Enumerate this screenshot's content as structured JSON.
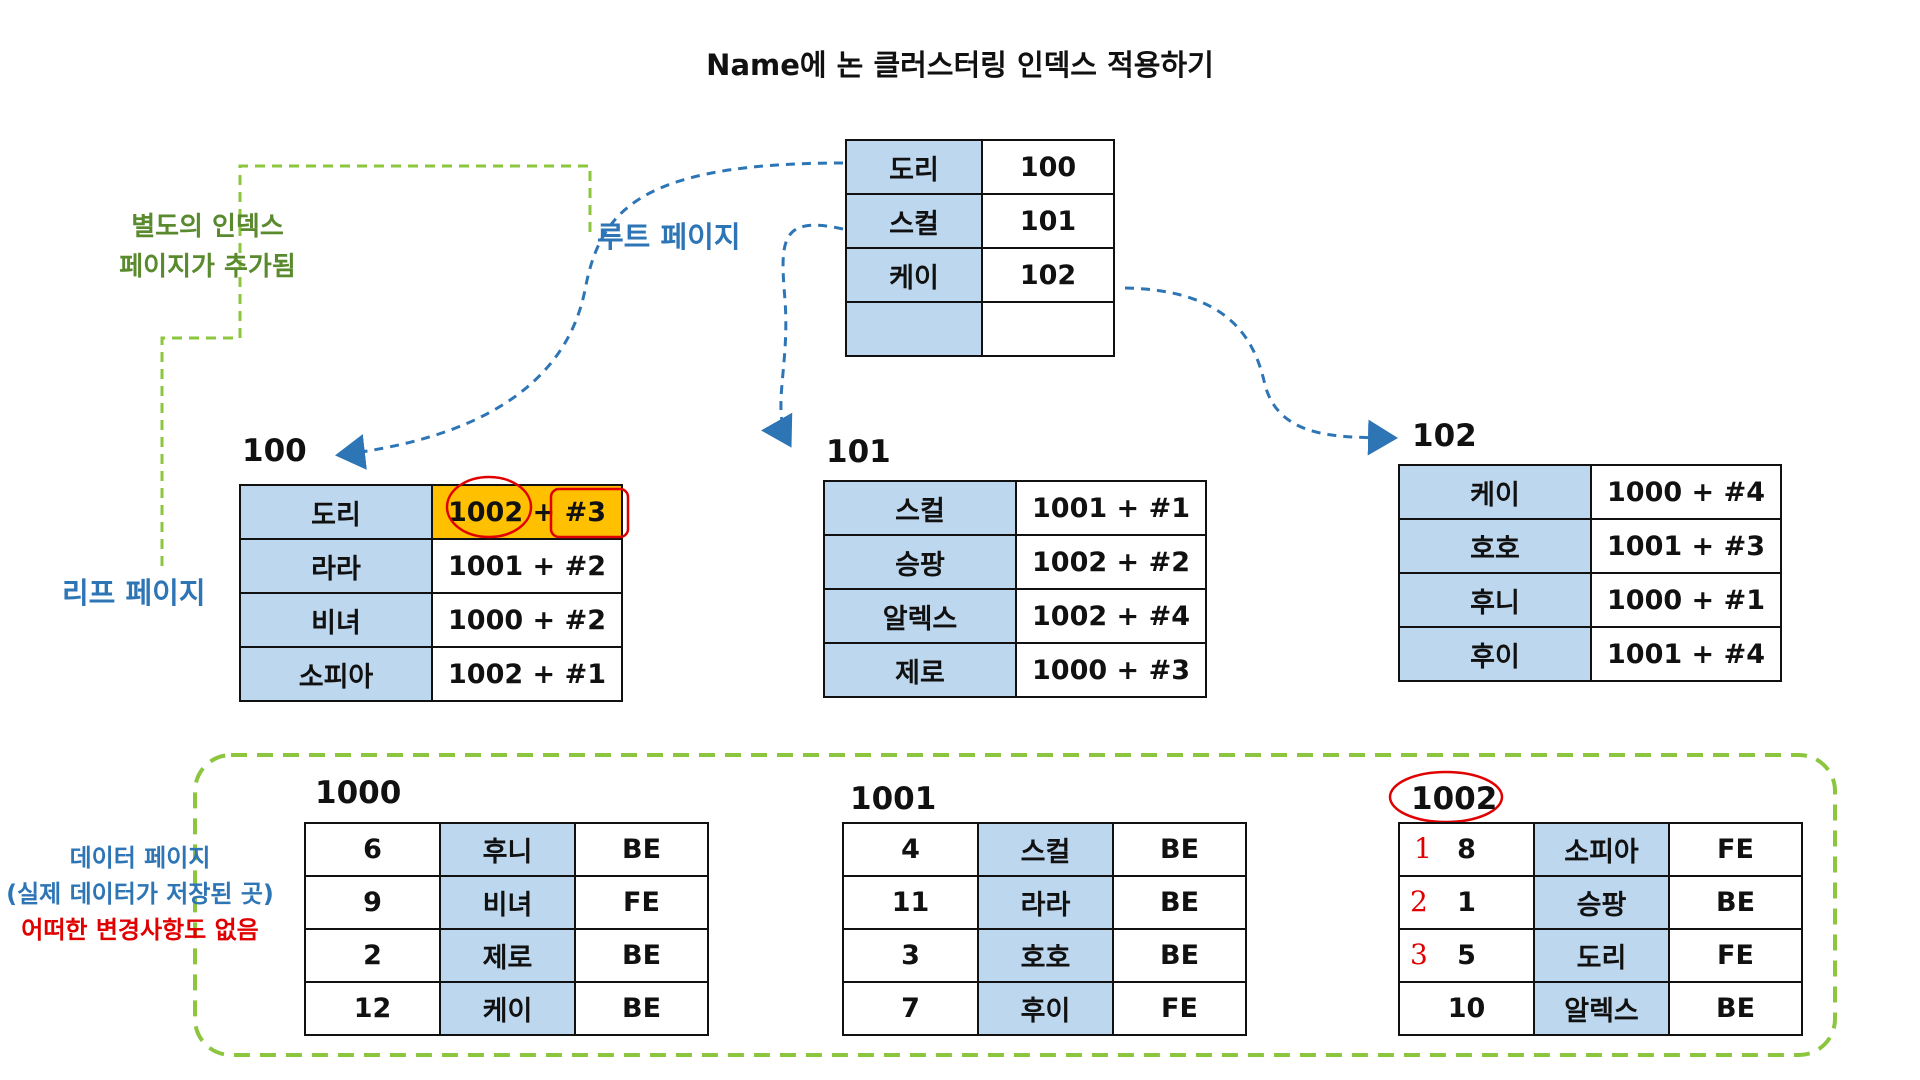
{
  "title": "Name에 논 클러스터링 인덱스 적용하기",
  "labels": {
    "separate_index": [
      "별도의 인덱스",
      "페이지가 추가됨"
    ],
    "root_page": "루트 페이지",
    "leaf_page": "리프 페이지",
    "data_page_note": [
      "데이터 페이지",
      "(실제 데이터가 저장된 곳)",
      "어떠한 변경사항도 없음"
    ]
  },
  "root": {
    "rows": [
      [
        "도리",
        "100"
      ],
      [
        "스컬",
        "101"
      ],
      [
        "케이",
        "102"
      ],
      [
        "",
        ""
      ]
    ]
  },
  "leaf_pages": [
    {
      "id": "100",
      "rows": [
        [
          "도리",
          "1002 + #3"
        ],
        [
          "라라",
          "1001 + #2"
        ],
        [
          "비녀",
          "1000 + #2"
        ],
        [
          "소피아",
          "1002 + #1"
        ]
      ]
    },
    {
      "id": "101",
      "rows": [
        [
          "스컬",
          "1001 + #1"
        ],
        [
          "승팡",
          "1002 + #2"
        ],
        [
          "알렉스",
          "1002 + #4"
        ],
        [
          "제로",
          "1000 + #3"
        ]
      ]
    },
    {
      "id": "102",
      "rows": [
        [
          "케이",
          "1000 + #4"
        ],
        [
          "호호",
          "1001 + #3"
        ],
        [
          "후니",
          "1000 + #1"
        ],
        [
          "후이",
          "1001 + #4"
        ]
      ]
    }
  ],
  "leaf100_first_row": {
    "key": "도리",
    "page": "1002",
    "plus": "+",
    "slot": "#3"
  },
  "data_pages": [
    {
      "id": "1000",
      "rows": [
        [
          "6",
          "후니",
          "BE"
        ],
        [
          "9",
          "비녀",
          "FE"
        ],
        [
          "2",
          "제로",
          "BE"
        ],
        [
          "12",
          "케이",
          "BE"
        ]
      ]
    },
    {
      "id": "1001",
      "rows": [
        [
          "4",
          "스컬",
          "BE"
        ],
        [
          "11",
          "라라",
          "BE"
        ],
        [
          "3",
          "호호",
          "BE"
        ],
        [
          "7",
          "후이",
          "FE"
        ]
      ]
    },
    {
      "id": "1002",
      "rows": [
        [
          "8",
          "소피아",
          "FE"
        ],
        [
          "1",
          "승팡",
          "BE"
        ],
        [
          "5",
          "도리",
          "FE"
        ],
        [
          "10",
          "알렉스",
          "BE"
        ]
      ]
    }
  ],
  "row_numbers_1002": [
    "1",
    "2",
    "3"
  ]
}
